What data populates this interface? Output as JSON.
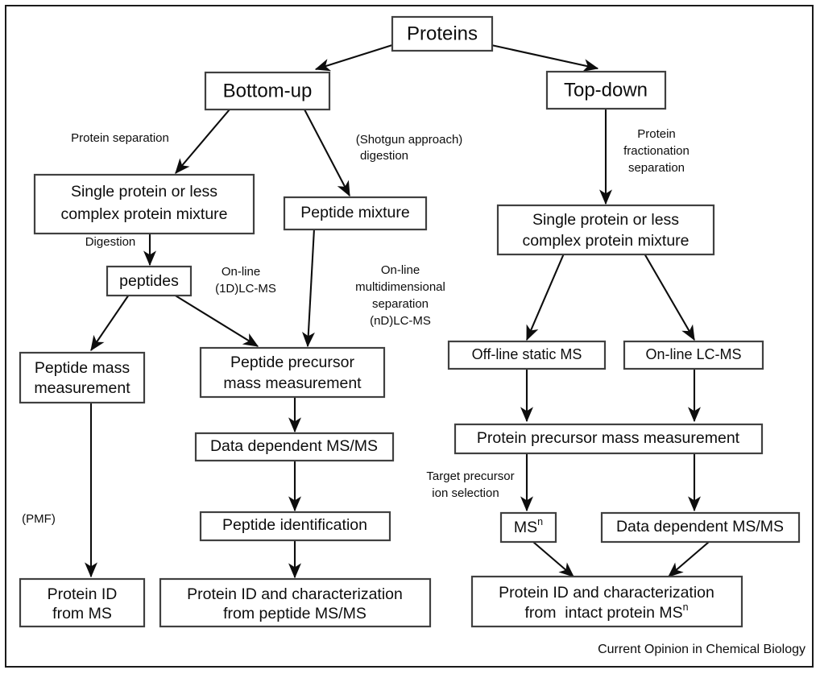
{
  "figure": {
    "title": "Proteomics workflow: bottom-up versus top-down mass spectrometry",
    "caption": "Current Opinion in Chemical Biology",
    "border_color": "#1a1a1a",
    "box_stroke_color": "#404040",
    "text_color": "#0d0d0d",
    "background": "#ffffff"
  },
  "chart_data": {
    "type": "diagram",
    "title": "Proteins",
    "caption": "Current Opinion in Chemical Biology",
    "nodes": [
      {
        "id": "proteins",
        "label": "Proteins"
      },
      {
        "id": "bottom-up",
        "label": "Bottom-up"
      },
      {
        "id": "top-down",
        "label": "Top-down"
      },
      {
        "id": "bu-single",
        "label": "Single protein or less complex protein mixture",
        "line1": "Single protein or less",
        "line2": "complex protein mixture"
      },
      {
        "id": "peptide-mixture",
        "label": "Peptide mixture"
      },
      {
        "id": "peptides",
        "label": "peptides"
      },
      {
        "id": "td-single",
        "label": "Single protein or less complex protein mixture",
        "line1": "Single protein or less",
        "line2": "complex protein mixture"
      },
      {
        "id": "peptide-mass",
        "label": "Peptide mass measurement",
        "line1": "Peptide mass",
        "line2": "measurement"
      },
      {
        "id": "peptide-prec",
        "label": "Peptide precursor mass measurement",
        "line1": "Peptide precursor",
        "line2": "mass measurement"
      },
      {
        "id": "offline-static",
        "label": "Off-line static MS"
      },
      {
        "id": "online-lcms",
        "label": "On-line LC-MS"
      },
      {
        "id": "protein-prec",
        "label": "Protein precursor mass measurement"
      },
      {
        "id": "ddms-mid",
        "label": "Data dependent MS/MS"
      },
      {
        "id": "msn",
        "label": "MSn",
        "base": "MS",
        "sup": "n"
      },
      {
        "id": "ddms-right",
        "label": "Data dependent MS/MS"
      },
      {
        "id": "peptide-id",
        "label": "Peptide identification"
      },
      {
        "id": "protein-id-ms",
        "label": "Protein ID from MS",
        "line1": "Protein ID",
        "line2": "from MS"
      },
      {
        "id": "protein-id-pep",
        "label": "Protein ID and characterization from peptide MS/MS",
        "line1": "Protein ID and characterization",
        "line2": "from peptide MS/MS"
      },
      {
        "id": "protein-id-int",
        "label": "Protein ID and characterization from  intact protein MSn",
        "line1": "Protein ID and characterization",
        "line2_pre": "from  intact protein ",
        "line2_base": "MS",
        "line2_sup": "n"
      }
    ],
    "edges": [
      {
        "from": "proteins",
        "to": "bottom-up",
        "label": ""
      },
      {
        "from": "proteins",
        "to": "top-down",
        "label": ""
      },
      {
        "from": "bottom-up",
        "to": "bu-single",
        "label": "Protein separation"
      },
      {
        "from": "bottom-up",
        "to": "peptide-mixture",
        "label": "(Shotgun approach) digestion",
        "line1": "(Shotgun approach)",
        "line2": "digestion"
      },
      {
        "from": "top-down",
        "to": "td-single",
        "label": "Protein fractionation separation",
        "line1": "Protein",
        "line2": "fractionation",
        "line3": "separation"
      },
      {
        "from": "bu-single",
        "to": "peptides",
        "label": "Digestion"
      },
      {
        "from": "peptides",
        "to": "peptide-mass",
        "label": ""
      },
      {
        "from": "peptides",
        "to": "peptide-prec",
        "label": "On-line (1D)LC-MS",
        "line1": "On-line",
        "line2": "(1D)LC-MS"
      },
      {
        "from": "peptide-mixture",
        "to": "peptide-prec",
        "label": "On-line multidimensional separation (nD)LC-MS",
        "line1": "On-line",
        "line2": "multidimensional",
        "line3": "separation",
        "line4": "(nD)LC-MS"
      },
      {
        "from": "td-single",
        "to": "offline-static",
        "label": ""
      },
      {
        "from": "td-single",
        "to": "online-lcms",
        "label": ""
      },
      {
        "from": "offline-static",
        "to": "protein-prec",
        "label": ""
      },
      {
        "from": "online-lcms",
        "to": "protein-prec",
        "label": ""
      },
      {
        "from": "peptide-prec",
        "to": "ddms-mid",
        "label": ""
      },
      {
        "from": "ddms-mid",
        "to": "peptide-id",
        "label": ""
      },
      {
        "from": "peptide-id",
        "to": "protein-id-pep",
        "label": ""
      },
      {
        "from": "peptide-mass",
        "to": "protein-id-ms",
        "label": "(PMF)"
      },
      {
        "from": "protein-prec",
        "to": "msn",
        "label": "Target precursor ion selection",
        "line1": "Target precursor",
        "line2": "ion selection"
      },
      {
        "from": "protein-prec",
        "to": "ddms-right",
        "label": ""
      },
      {
        "from": "msn",
        "to": "protein-id-int",
        "label": ""
      },
      {
        "from": "ddms-right",
        "to": "protein-id-int",
        "label": ""
      }
    ]
  },
  "labels": {
    "proteins": "Proteins",
    "bottom_up": "Bottom-up",
    "top_down": "Top-down",
    "protein_separation": "Protein separation",
    "shotgun_1": "(Shotgun approach)",
    "shotgun_2": "digestion",
    "fractionation_1": "Protein",
    "fractionation_2": "fractionation",
    "fractionation_3": "separation",
    "bu_single_1": "Single protein or less",
    "bu_single_2": "complex protein mixture",
    "peptide_mixture": "Peptide mixture",
    "td_single_1": "Single protein or less",
    "td_single_2": "complex protein mixture",
    "digestion": "Digestion",
    "peptides": "peptides",
    "online_1d_1": "On-line",
    "online_1d_2": "(1D)LC-MS",
    "online_nd_1": "On-line",
    "online_nd_2": "multidimensional",
    "online_nd_3": "separation",
    "online_nd_4": "(nD)LC-MS",
    "peptide_mass_1": "Peptide mass",
    "peptide_mass_2": "measurement",
    "peptide_prec_1": "Peptide precursor",
    "peptide_prec_2": "mass measurement",
    "offline_static_ms": "Off-line static MS",
    "online_lcms": "On-line LC-MS",
    "protein_prec": "Protein precursor mass measurement",
    "ddms_mid": "Data dependent MS/MS",
    "target_prec_1": "Target precursor",
    "target_prec_2": "ion selection",
    "msn_base": "MS",
    "msn_sup": "n",
    "ddms_right": "Data dependent MS/MS",
    "peptide_id": "Peptide identification",
    "pmf": "(PMF)",
    "protein_id_ms_1": "Protein ID",
    "protein_id_ms_2": "from MS",
    "protein_id_pep_1": "Protein ID and characterization",
    "protein_id_pep_2": "from peptide MS/MS",
    "protein_id_int_1": "Protein ID and characterization",
    "protein_id_int_2_pre": "from  intact protein ",
    "protein_id_int_2_base": "MS",
    "protein_id_int_2_sup": "n",
    "caption": "Current Opinion in Chemical Biology"
  }
}
